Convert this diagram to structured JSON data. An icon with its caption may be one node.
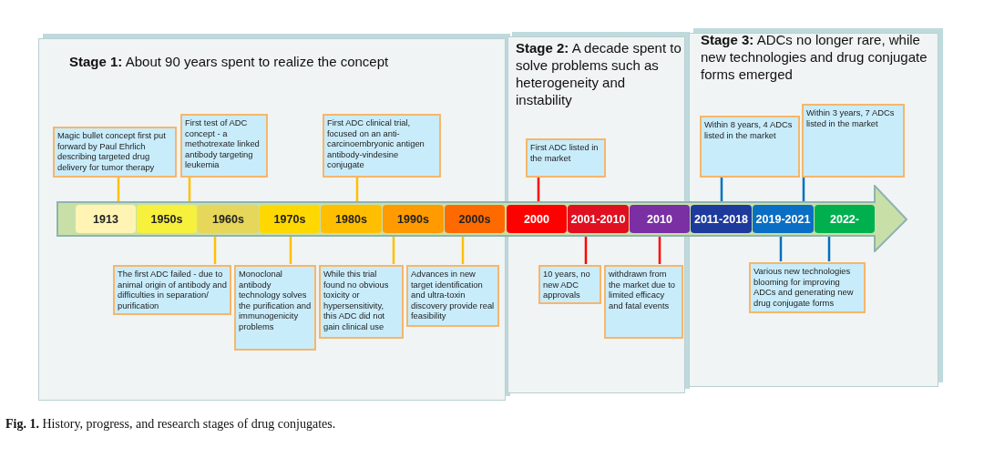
{
  "diagram": {
    "caption": "**Fig. 1.** History, progress, and research stages of drug conjugates.",
    "nodes": [
      {
        "text": [
          "**Stage 1:** About 90 years spent to realize the concept"
        ]
      },
      {
        "text": [
          "**Stage 2:** A decade spent to solve problems such as heterogeneity and instability"
        ]
      },
      {
        "text": [
          "**Stage 3:** ADCs no longer rare, while new technologies and drug conjugate forms emerged"
        ]
      },
      {
        "text": [],
        "shape": "arrow"
      },
      {
        "text": [
          "Magic bullet concept first put forward by Paul Ehrlich describing targeted drug delivery for tumor therapy"
        ],
        "in": 0
      },
      {
        "text": [
          "First test of ADC concept - a methotrexate linked antibody targeting leukemia"
        ],
        "in": 0
      },
      {
        "text": [
          "First ADC clinical trial, focused on an anti-carcinoembryonic antigen antibody-vindesine conjugate"
        ],
        "in": 0
      },
      {
        "text": [
          "1913"
        ]
      },
      {
        "text": [
          "1950s"
        ]
      },
      {
        "text": [
          "1960s"
        ]
      },
      {
        "text": [
          "1970s"
        ]
      },
      {
        "text": [
          "1980s"
        ]
      },
      {
        "text": [
          "1990s"
        ]
      },
      {
        "text": [
          "2000s"
        ]
      },
      {
        "text": [
          "The first ADC failed - due to animal origin of antibody and difficulties in separation/ purification"
        ],
        "in": 0
      },
      {
        "text": [
          "Monoclonal antibody technology solves the purification and immunogenicity problems"
        ],
        "in": 0
      },
      {
        "text": [
          "While this trial found no obvious toxicity or hypersensitivity, this ADC did not gain clinical use"
        ],
        "in": 0
      },
      {
        "text": [
          "Advances in new target identification and ultra-toxin discovery provide real feasibility"
        ],
        "in": 0
      },
      {
        "text": [
          "First ADC listed in the market"
        ],
        "in": 1
      },
      {
        "text": [
          "2000"
        ]
      },
      {
        "text": [
          "2001-2010"
        ]
      },
      {
        "text": [
          "2010"
        ]
      },
      {
        "text": [
          "10 years, no new ADC approvals"
        ],
        "in": 1
      },
      {
        "text": [
          "withdrawn from the market due to limited efficacy and fatal events"
        ],
        "in": 1
      },
      {
        "text": [
          "Within 8 years, 4 ADCs listed in the market"
        ],
        "in": 2
      },
      {
        "text": [
          "Within 3 years, 7 ADCs listed in the market"
        ],
        "in": 2
      },
      {
        "text": [
          "2011-2018"
        ]
      },
      {
        "text": [
          "2019-2021"
        ]
      },
      {
        "text": [
          "2022-"
        ]
      },
      {
        "text": [
          "Various new technologies blooming for improving ADCs and generating new drug conjugate forms"
        ],
        "in": 2
      }
    ],
    "edges": [
      {
        "from": 4,
        "to": 7,
        "arrow": "none"
      },
      {
        "from": 5,
        "to": 8,
        "arrow": "none"
      },
      {
        "from": 6,
        "to": 11,
        "arrow": "none"
      },
      {
        "from": 14,
        "to": 9,
        "arrow": "none"
      },
      {
        "from": 15,
        "to": 10,
        "arrow": "none"
      },
      {
        "from": 16,
        "to": 12,
        "arrow": "none"
      },
      {
        "from": 17,
        "to": 13,
        "arrow": "none"
      },
      {
        "from": 18,
        "to": 19,
        "arrow": "none",
        "color": "#ff0000"
      },
      {
        "from": 22,
        "to": 20,
        "arrow": "none",
        "color": "#ff0000"
      },
      {
        "from": 23,
        "to": 21,
        "arrow": "none",
        "color": "#ff0000"
      },
      {
        "from": 24,
        "to": 26,
        "arrow": "none",
        "color": "#0070c0"
      },
      {
        "from": 25,
        "to": 27,
        "arrow": "none",
        "color": "#0070c0"
      },
      {
        "from": 29,
        "to": 27,
        "arrow": "none",
        "color": "#0070c0"
      },
      {
        "from": 29,
        "to": 28,
        "arrow": "none",
        "color": "#0070c0"
      }
    ]
  }
}
